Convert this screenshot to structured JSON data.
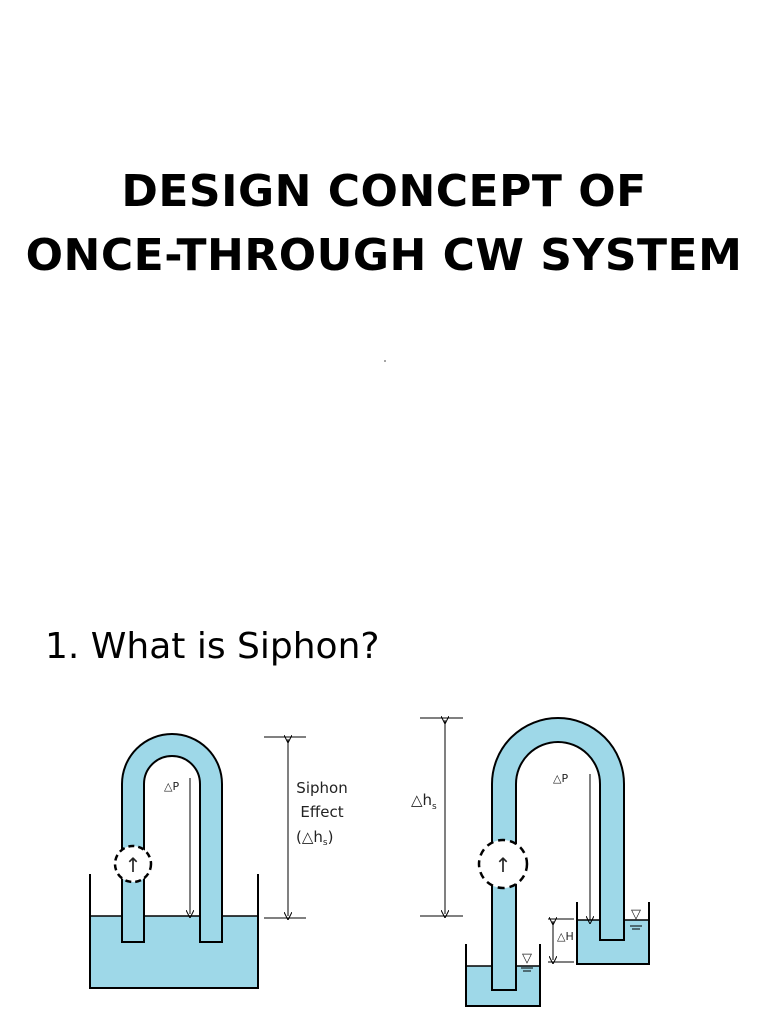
{
  "title": {
    "line1": "DESIGN CONCEPT OF",
    "line2": "ONCE-THROUGH CW SYSTEM"
  },
  "section": {
    "heading": "1. What is Siphon?"
  },
  "diagram_left": {
    "label_dp": "△P",
    "effect_line1": "Siphon",
    "effect_line2": "Effect",
    "effect_line3_pre": "(△h",
    "effect_line3_sub": "s",
    "effect_line3_post": ")",
    "pump_arrow": "↑"
  },
  "diagram_right": {
    "label_dp": "△P",
    "label_dhs": "△h",
    "label_dhs_sub": "s",
    "label_dH": "△H",
    "pump_arrow": "↑",
    "water_symbol": "▽"
  },
  "colors": {
    "water": "#9ed8e8",
    "outline": "#000000"
  }
}
